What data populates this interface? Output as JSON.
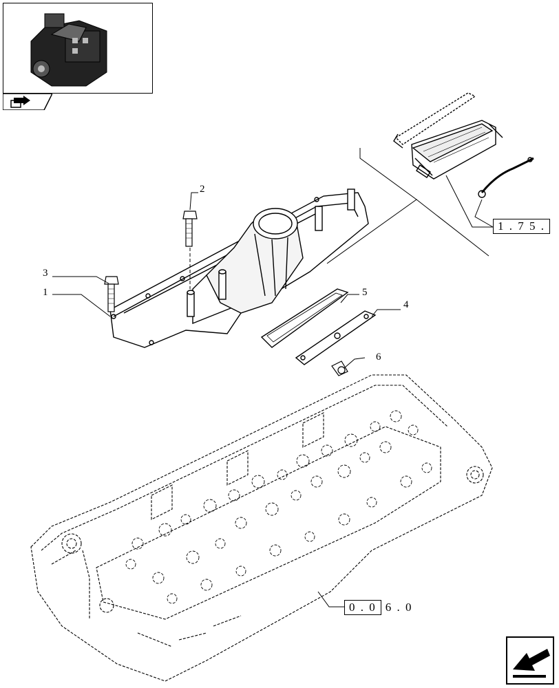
{
  "callouts": [
    {
      "id": "1",
      "label": "1"
    },
    {
      "id": "2",
      "label": "2"
    },
    {
      "id": "3",
      "label": "3"
    },
    {
      "id": "4",
      "label": "4"
    },
    {
      "id": "5",
      "label": "5"
    },
    {
      "id": "6",
      "label": "6"
    }
  ],
  "references": {
    "upper": {
      "boxed": "1 . 7 5 .",
      "tail": ""
    },
    "lower": {
      "boxed": "0 . 0",
      "tail": "6 . 0"
    }
  },
  "icons": {
    "thumbnail": "engine-thumbnail-icon",
    "tab": "book-arrow-icon",
    "next": "next-page-arrow-icon"
  }
}
